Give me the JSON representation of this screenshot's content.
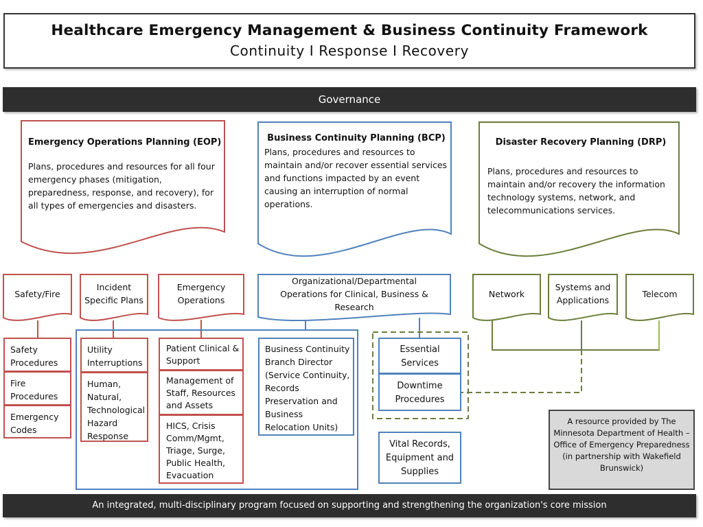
{
  "header": {
    "title": "Healthcare Emergency Management & Business Continuity Framework",
    "subtitle": "Continuity  I  Response  I  Recovery"
  },
  "governance_label": "Governance",
  "plans": {
    "eop": {
      "title": "Emergency Operations Planning (EOP)",
      "body": "Plans, procedures and resources for all four emergency phases (mitigation, preparedness, response, and recovery), for all types of emergencies and disasters."
    },
    "bcp": {
      "title": "Business Continuity Planning (BCP)",
      "body": "Plans, procedures and resources to maintain and/or recover essential services and functions impacted by an event causing an interruption of normal operations."
    },
    "drp": {
      "title": "Disaster Recovery Planning (DRP)",
      "body": "Plans, procedures and resources to maintain and/or recovery the information technology systems, network, and telecommunications services."
    }
  },
  "eop_categories": {
    "safety_fire": "Safety/Fire",
    "incident_plans": "Incident Specific Plans",
    "emergency_operations": "Emergency Operations"
  },
  "bcp_category": "Organizational/Departmental Operations for Clinical, Business & Research",
  "drp_categories": {
    "network": "Network",
    "systems": "Systems and Applications",
    "telecom": "Telecom"
  },
  "safety_items": [
    "Safety Procedures",
    "Fire Procedures",
    "Emergency Codes"
  ],
  "incident_items": [
    "Utility Interruptions",
    "Human, Natural, Technological Hazard Response"
  ],
  "emergency_items": [
    "Patient Clinical & Support Activities",
    "Management of Staff, Resources and Assets",
    "HICS, Crisis Comm/Mgmt, Triage, Surge, Public Health, Evacuation"
  ],
  "bcp_branch": "Business Continuity Branch Director (Service Continuity, Records Preservation and Business Relocation Units)",
  "essential_services": "Essential Services",
  "downtime_procedures": "Downtime Procedures",
  "vital_records": "Vital Records, Equipment and Supplies",
  "credit": "A resource provided by The Minnesota Department of Health – Office of Emergency Preparedness (in partnership with Wakefield Brunswick)",
  "mission": "An integrated, multi-disciplinary program focused on supporting and strengthening the organization's core mission",
  "colors": {
    "eop": "#c0504d",
    "bcp": "#4f81bd",
    "drp": "#6a7d3a",
    "drp_light": "#9bbb59",
    "bar": "#2e2e2e",
    "credit_bg": "#d9d9d9"
  }
}
